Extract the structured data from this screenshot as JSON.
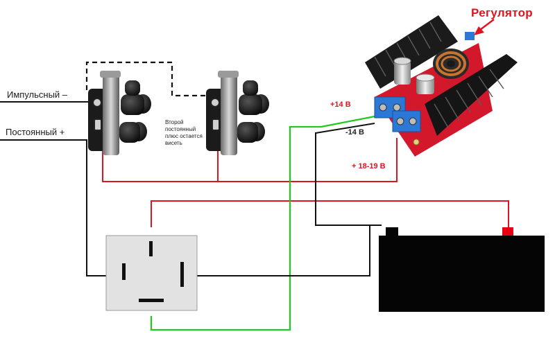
{
  "labels": {
    "pulse": "Импульсный –",
    "constant": "Постоянный +",
    "note": "Второй постоянный плюс остается висеть",
    "regulator": "Регулятор",
    "plus14": "+14 В",
    "minus14": "-14 В",
    "plus18": "+ 18-19 В"
  },
  "colors": {
    "red_wire": "#e0141e",
    "green_wire": "#22c81e",
    "black_wire": "#111111",
    "relay_box": "#e2e2e2",
    "battery": "#050505",
    "terminal_red": "#e60012",
    "heatsink": "#1b1b1b",
    "board": "#d3182c",
    "terminal_block": "#2b78d6"
  },
  "icons": {
    "ignition_coil": "ignition-coil",
    "relay": "relay",
    "battery": "car-battery",
    "regulator": "dc-dc-boost-converter"
  }
}
